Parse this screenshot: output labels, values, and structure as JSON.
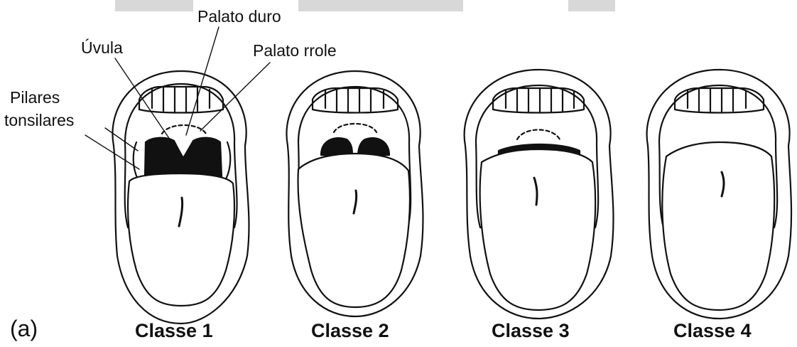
{
  "labels": {
    "palato_duro": "Palato duro",
    "uvula": "Úvula",
    "palato_mole": "Palato rrole",
    "pilares_line1": "Pilares",
    "pilares_line2": "tonsilares"
  },
  "panel_label": "(a)",
  "classes": [
    "Classe 1",
    "Classe 2",
    "Classe 3",
    "Classe 4"
  ],
  "colors": {
    "ink": "#111111",
    "watermark": "#d8d8d8",
    "background": "#ffffff"
  }
}
